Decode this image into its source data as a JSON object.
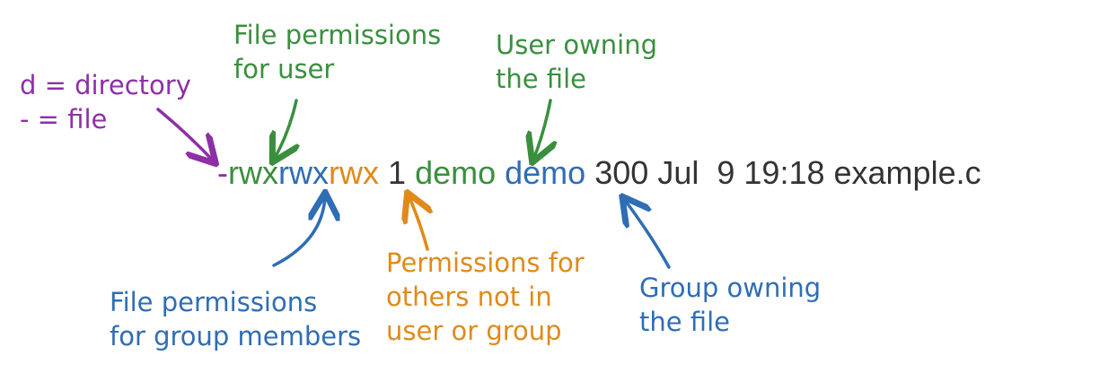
{
  "colors": {
    "purple": "#8e2fa6",
    "green": "#3a8f3e",
    "blue": "#2f6db5",
    "orange": "#e08a1a",
    "text": "#333333"
  },
  "listing": {
    "type_char": "-",
    "user_perms": "rwx",
    "group_perms": "rwx",
    "other_perms": "rwx",
    "links": "1",
    "owner_user": "demo",
    "owner_group": "demo",
    "size": "300",
    "month": "Jul",
    "day": "9",
    "time": "19:18",
    "filename": "example.c"
  },
  "annotations": {
    "file_type": [
      "d  = directory",
      "-  = file"
    ],
    "user_perms": [
      "File permissions",
      "for user"
    ],
    "owner_user": [
      "User owning",
      "the file"
    ],
    "group_perms": [
      "File permissions",
      "for group members"
    ],
    "other_perms": [
      "Permissions for",
      "others not in",
      "user or group"
    ],
    "owner_group": [
      "Group owning",
      "the file"
    ]
  }
}
